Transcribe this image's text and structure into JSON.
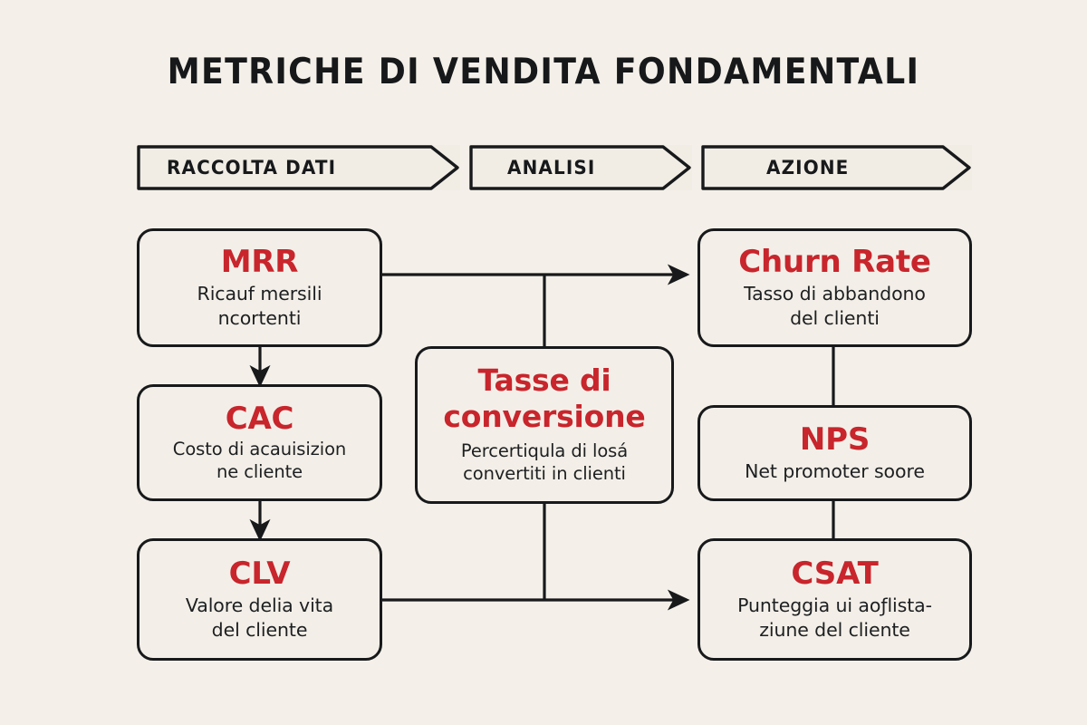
{
  "page": {
    "title": "METRICHE DI VENDITA FONDAMENTALI",
    "background_color": "#f4f0e9",
    "accent_color": "#c8252c",
    "ink_color": "#17191b"
  },
  "phases": [
    {
      "label": "RACCOLTA DATI"
    },
    {
      "label": "ANALISI"
    },
    {
      "label": "AZIONE"
    }
  ],
  "nodes": {
    "mrr": {
      "title": "MRR",
      "desc_line1": "Ricauf mersili",
      "desc_line2": "ncortenti"
    },
    "cac": {
      "title": "CAC",
      "desc_line1": "Costo di acauisizion",
      "desc_line2": "ne cliente"
    },
    "clv": {
      "title": "CLV",
      "desc_line1": "Valore delia vita",
      "desc_line2": "del cliente"
    },
    "conversion": {
      "title_line1": "Tasse di",
      "title_line2": "conversione",
      "desc_line1": "Percertiqula di losá",
      "desc_line2": "convertiti in clienti"
    },
    "churn": {
      "title": "Churn Rate",
      "desc_line1": "Tasso di abbandono",
      "desc_line2": "del clienti"
    },
    "nps": {
      "title": "NPS",
      "desc_line1": "Net promoter soore",
      "desc_line2": ""
    },
    "csat": {
      "title": "CSAT",
      "desc_line1": "Punteggia ui aoƒlista-",
      "desc_line2": "ziune del cliente"
    }
  }
}
